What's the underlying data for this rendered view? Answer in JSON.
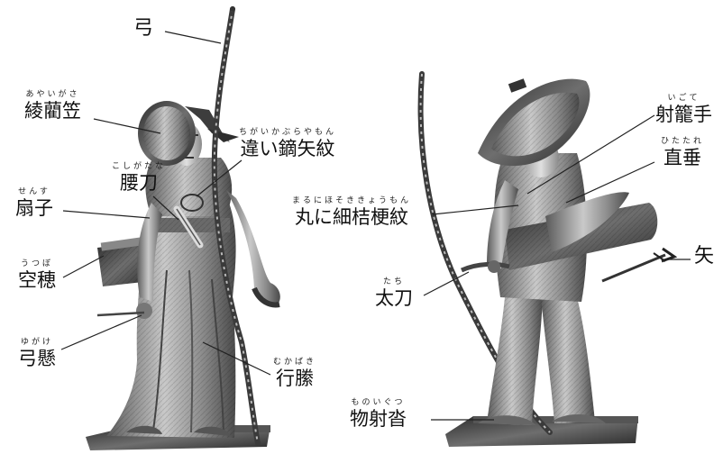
{
  "labels": {
    "yumi": {
      "text": "弓"
    },
    "ayaigasa": {
      "text": "綾藺笠",
      "ruby": "あやいがさ"
    },
    "chigai": {
      "text": "違い鏑矢紋",
      "ruby": "ちがいかぶらやもん"
    },
    "koshigatana": {
      "text": "腰刀",
      "ruby": "こしがたな"
    },
    "sensu": {
      "text": "扇子",
      "ruby": "せんす"
    },
    "utsubo": {
      "text": "空穂",
      "ruby": "うつぼ"
    },
    "yugake": {
      "text": "弓懸",
      "ruby": "ゆがけ"
    },
    "mukabaki": {
      "text": "行縢",
      "ruby": "むかばき"
    },
    "igote": {
      "text": "射籠手",
      "ruby": "いごて"
    },
    "hitatare": {
      "text": "直垂",
      "ruby": "ひたたれ"
    },
    "maruni": {
      "text": "丸に細桔梗紋",
      "ruby": "まるにほそききょうもん"
    },
    "tachi": {
      "text": "太刀",
      "ruby": "たち"
    },
    "ya": {
      "text": "矢"
    },
    "monoigutsu": {
      "text": "物射沓",
      "ruby": "ものいぐつ"
    }
  },
  "colors": {
    "bronze_dark": "#3a3a3a",
    "bronze_mid": "#7a7a7a",
    "bronze_light": "#c4c4c4",
    "leader": "#222222"
  }
}
